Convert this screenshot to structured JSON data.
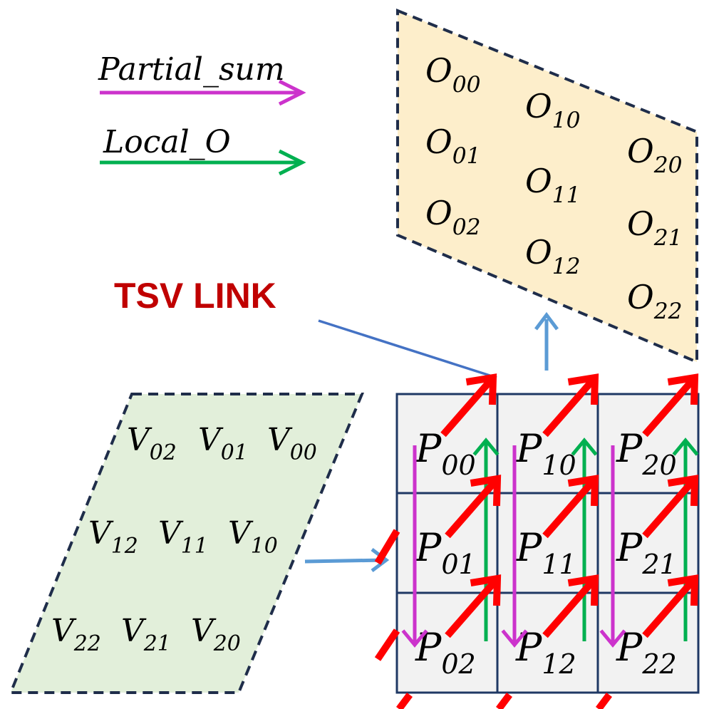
{
  "legend": {
    "partial_sum": {
      "label": "Partial_sum",
      "color": "#cc33cc"
    },
    "local_o": {
      "label": "Local_O",
      "color": "#00b050"
    }
  },
  "tsv_label": {
    "text": "TSV LINK",
    "color": "#c00000"
  },
  "colors": {
    "output_fill": "#fdeecb",
    "input_fill": "#e2efda",
    "pe_fill": "#f2f2f2",
    "pe_border": "#1f3864",
    "dash": "#1f2d4a",
    "link_arrow": "#5b9bd5",
    "tsv_line": "#4472c4",
    "red_arrow": "#ff0000"
  },
  "outputs": {
    "col0": [
      {
        "b": "O",
        "s": "00"
      },
      {
        "b": "O",
        "s": "01"
      },
      {
        "b": "O",
        "s": "02"
      }
    ],
    "col1": [
      {
        "b": "O",
        "s": "10"
      },
      {
        "b": "O",
        "s": "11"
      },
      {
        "b": "O",
        "s": "12"
      }
    ],
    "col2": [
      {
        "b": "O",
        "s": "20"
      },
      {
        "b": "O",
        "s": "21"
      },
      {
        "b": "O",
        "s": "22"
      }
    ]
  },
  "inputs": {
    "row0": [
      {
        "b": "V",
        "s": "02"
      },
      {
        "b": "V",
        "s": "01"
      },
      {
        "b": "V",
        "s": "00"
      }
    ],
    "row1": [
      {
        "b": "V",
        "s": "12"
      },
      {
        "b": "V",
        "s": "11"
      },
      {
        "b": "V",
        "s": "10"
      }
    ],
    "row2": [
      {
        "b": "V",
        "s": "22"
      },
      {
        "b": "V",
        "s": "21"
      },
      {
        "b": "V",
        "s": "20"
      }
    ]
  },
  "pes": [
    [
      {
        "b": "P",
        "s": "00"
      },
      {
        "b": "P",
        "s": "10"
      },
      {
        "b": "P",
        "s": "20"
      }
    ],
    [
      {
        "b": "P",
        "s": "01"
      },
      {
        "b": "P",
        "s": "11"
      },
      {
        "b": "P",
        "s": "21"
      }
    ],
    [
      {
        "b": "P",
        "s": "02"
      },
      {
        "b": "P",
        "s": "12"
      },
      {
        "b": "P",
        "s": "22"
      }
    ]
  ]
}
